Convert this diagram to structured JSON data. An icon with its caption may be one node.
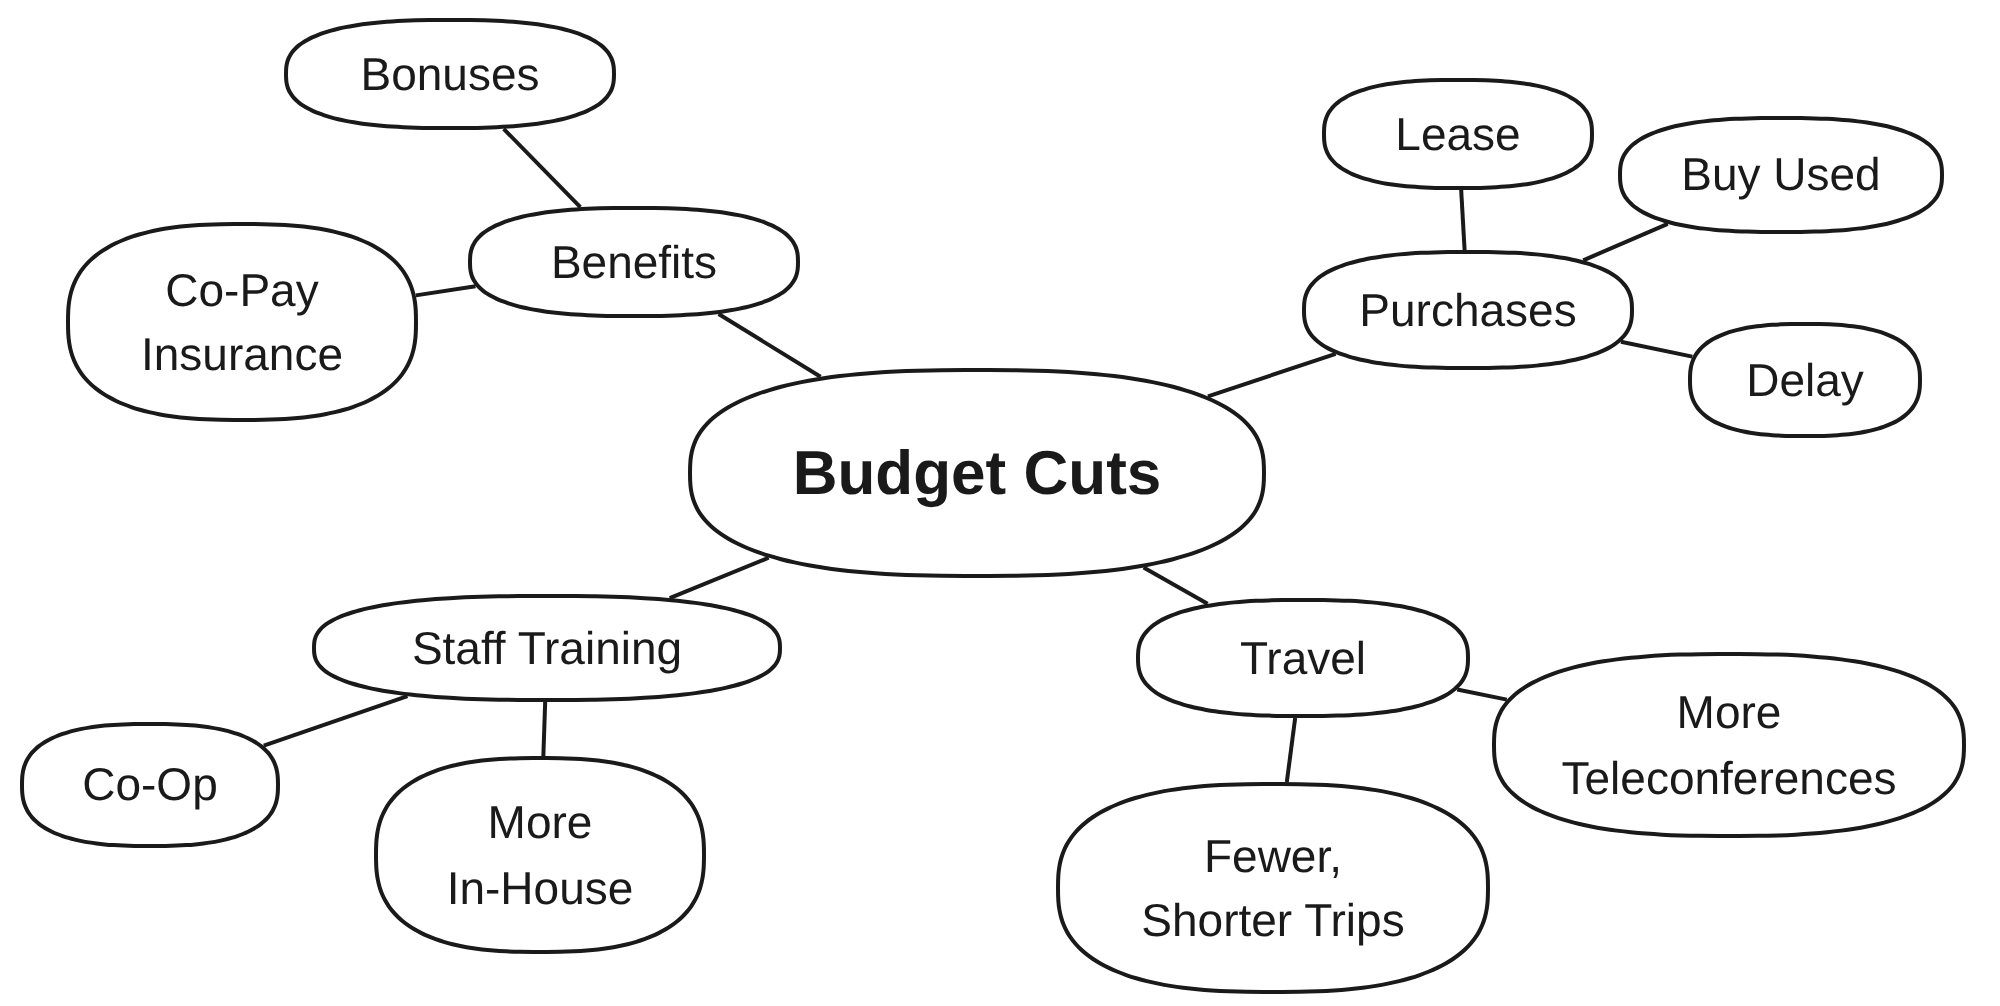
{
  "diagram": {
    "nodes": [
      {
        "text": [
          "Budget Cuts"
        ]
      },
      {
        "text": [
          "Benefits"
        ]
      },
      {
        "text": [
          "Bonuses"
        ]
      },
      {
        "text": [
          "Co-Pay Insurance"
        ]
      },
      {
        "text": [
          "Purchases"
        ]
      },
      {
        "text": [
          "Lease"
        ]
      },
      {
        "text": [
          "Buy Used"
        ]
      },
      {
        "text": [
          "Delay"
        ]
      },
      {
        "text": [
          "Staff Training"
        ]
      },
      {
        "text": [
          "Co-Op"
        ]
      },
      {
        "text": [
          "More In-House"
        ]
      },
      {
        "text": [
          "Travel"
        ]
      },
      {
        "text": [
          "Fewer, Shorter Trips"
        ]
      },
      {
        "text": [
          "More Teleconferences"
        ]
      }
    ],
    "edges": [
      {
        "from": 0,
        "to": 1,
        "arrow": "none"
      },
      {
        "from": 1,
        "to": 2,
        "arrow": "none"
      },
      {
        "from": 1,
        "to": 3,
        "arrow": "none"
      },
      {
        "from": 0,
        "to": 4,
        "arrow": "none"
      },
      {
        "from": 4,
        "to": 5,
        "arrow": "none"
      },
      {
        "from": 4,
        "to": 6,
        "arrow": "none"
      },
      {
        "from": 4,
        "to": 7,
        "arrow": "none"
      },
      {
        "from": 0,
        "to": 8,
        "arrow": "none"
      },
      {
        "from": 8,
        "to": 9,
        "arrow": "none"
      },
      {
        "from": 8,
        "to": 10,
        "arrow": "none"
      },
      {
        "from": 0,
        "to": 11,
        "arrow": "none"
      },
      {
        "from": 11,
        "to": 12,
        "arrow": "none"
      },
      {
        "from": 11,
        "to": 13,
        "arrow": "none"
      }
    ]
  }
}
